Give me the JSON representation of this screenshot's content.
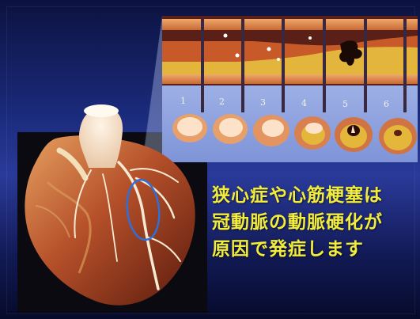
{
  "caption": {
    "line1": "狭心症や心筋梗塞は",
    "line2": "冠動脈の動脈硬化が",
    "line3": "原因で発症します"
  },
  "stages": [
    "1",
    "2",
    "3",
    "4",
    "5",
    "6"
  ],
  "colors": {
    "caption_text": "#f2ec3a",
    "background_top": "#0c1240",
    "background_mid": "#2a3a9a",
    "highlight_ellipse": "#2f6fd8",
    "vessel_wall": "#d9844a",
    "plaque": "#e6b73a"
  }
}
